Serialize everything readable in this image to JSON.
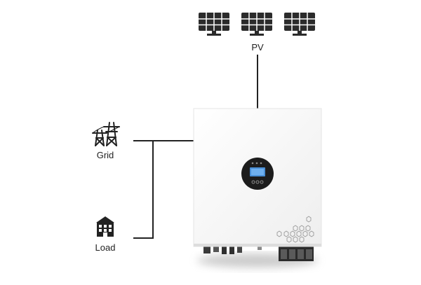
{
  "nodes": {
    "pv": {
      "label": "PV",
      "icon": "solar-panel-icon"
    },
    "grid": {
      "label": "Grid",
      "icon": "power-tower-icon"
    },
    "load": {
      "label": "Load",
      "icon": "building-icon"
    },
    "inverter": {
      "icon": "inverter-icon",
      "display_icon": "lcd-display-icon"
    }
  },
  "colors": {
    "line": "#222222",
    "panel": "#2b2b2b",
    "inverter_body": "#f7f7f7",
    "display_screen": "#4a8fd6"
  }
}
